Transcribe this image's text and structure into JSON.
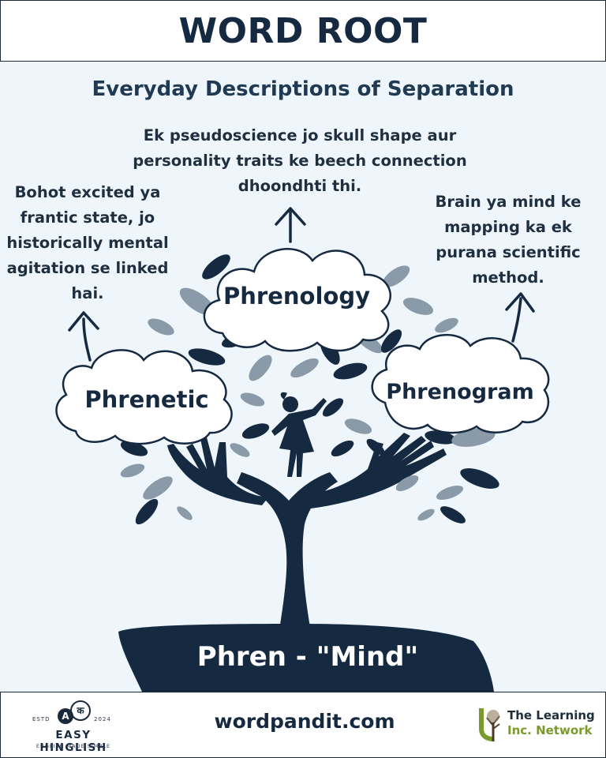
{
  "header": {
    "title": "WORD ROOT"
  },
  "subtitle": "Everyday Descriptions of Separation",
  "descriptions": {
    "top": "Ek pseudoscience jo skull shape aur personality traits ke beech connection dhoondhti thi.",
    "left": "Bohot excited ya frantic state, jo historically mental agitation se linked hai.",
    "right": "Brain ya mind ke mapping ka ek purana scientific method."
  },
  "words": {
    "center": "Phrenology",
    "left": "Phrenetic",
    "right": "Phrenogram"
  },
  "root": "Phren - \"Mind\"",
  "footer": {
    "website": "wordpandit.com",
    "easy_hinglish": {
      "estd": "ESTD",
      "year": "2024",
      "badge_a": "A",
      "badge_k": "क",
      "name": "EASY HINGLISH",
      "tagline": "ENGLISH MADE SIMPLE"
    },
    "learning_network": {
      "line1": "The Learning",
      "line2": "Inc. Network"
    }
  },
  "colors": {
    "navy": "#152a40",
    "background": "#eef6fb",
    "leaf_grey": "#8a9aa8",
    "accent_green": "#7a9a2e"
  }
}
